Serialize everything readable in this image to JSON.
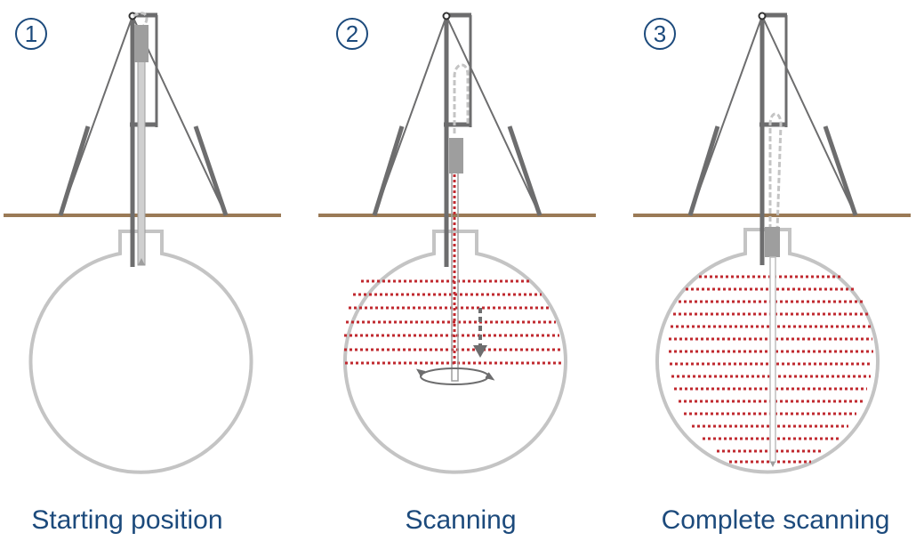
{
  "colors": {
    "ground": "#9a7a56",
    "tank": "#c4c4c4",
    "frame": "#6d6d6e",
    "probe": "#bdbdbd",
    "scan_dots": "#c0292f",
    "text": "#1c4a7c"
  },
  "steps": [
    {
      "number": "1",
      "label": "Starting position"
    },
    {
      "number": "2",
      "label": "Scanning"
    },
    {
      "number": "3",
      "label": "Complete scanning"
    }
  ]
}
